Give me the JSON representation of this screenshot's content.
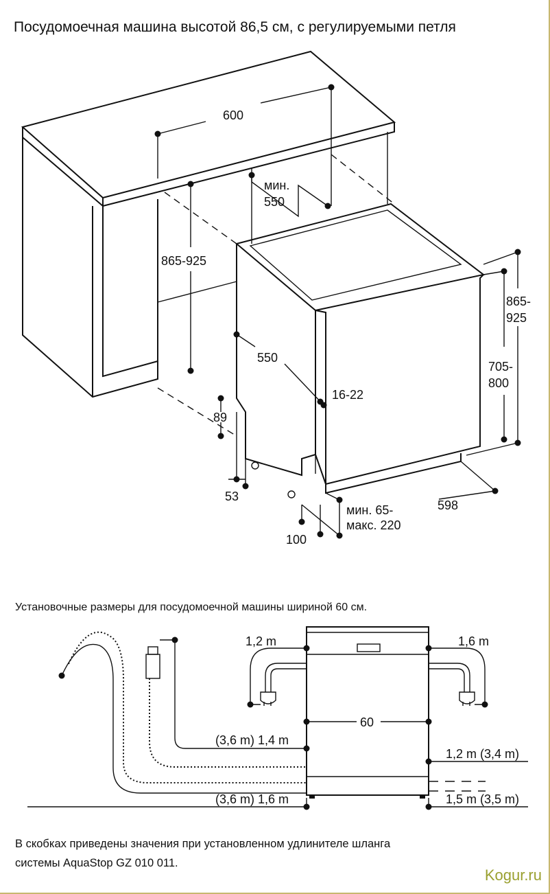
{
  "title": "Посудомоечная машина высотой 86,5 см, с регулируемыми петля",
  "installation": {
    "dims": {
      "width_600": "600",
      "min_550_a": "мин.",
      "min_550_b": "550",
      "height_865_925": "865-925",
      "depth_550": "550",
      "gap_16_22": "16-22",
      "right_865": "865-",
      "right_925": "925",
      "right_705": "705-",
      "right_800": "800",
      "d_89": "89",
      "d_53": "53",
      "d_100": "100",
      "min65": "мин. 65-",
      "max220": "макс. 220",
      "w_598": "598"
    }
  },
  "connections": {
    "caption": "Установочные размеры для посудомоечной машины шириной 60 см.",
    "power_left": "1,2 m",
    "power_right": "1,6 m",
    "width_60": "60",
    "inlet": "(3,6 m) 1,4 m",
    "drain": "(3,6 m) 1,6 m",
    "right_top": "1,2 m (3,4 m)",
    "right_bottom": "1,5 m (3,5 m)"
  },
  "note": [
    "В скобках приведены значения при установленном удлинителе шланга",
    "системы AquaStop GZ 010 011."
  ],
  "watermark": "Kogur.ru",
  "colors": {
    "watermark": "#9aa030",
    "border": "#c8b870"
  }
}
